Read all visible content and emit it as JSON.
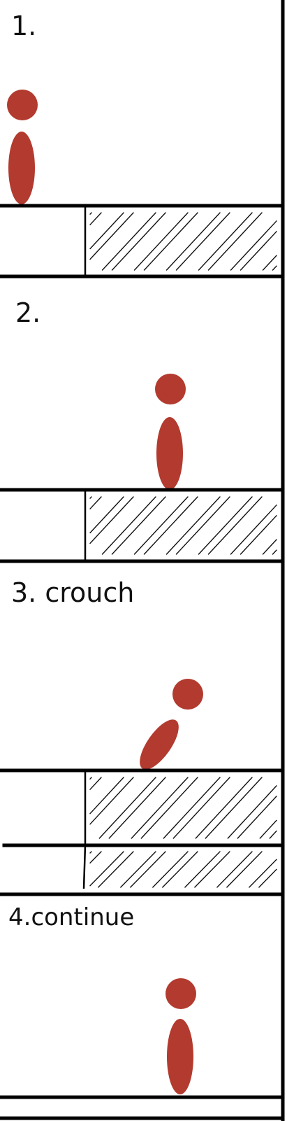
{
  "panels": [
    {
      "label": "1."
    },
    {
      "label": "2."
    },
    {
      "label": "3. crouch"
    },
    {
      "label": "4.continue"
    }
  ],
  "colors": {
    "figure": "#b33a2e",
    "ink": "#000000",
    "background": "#ffffff"
  }
}
